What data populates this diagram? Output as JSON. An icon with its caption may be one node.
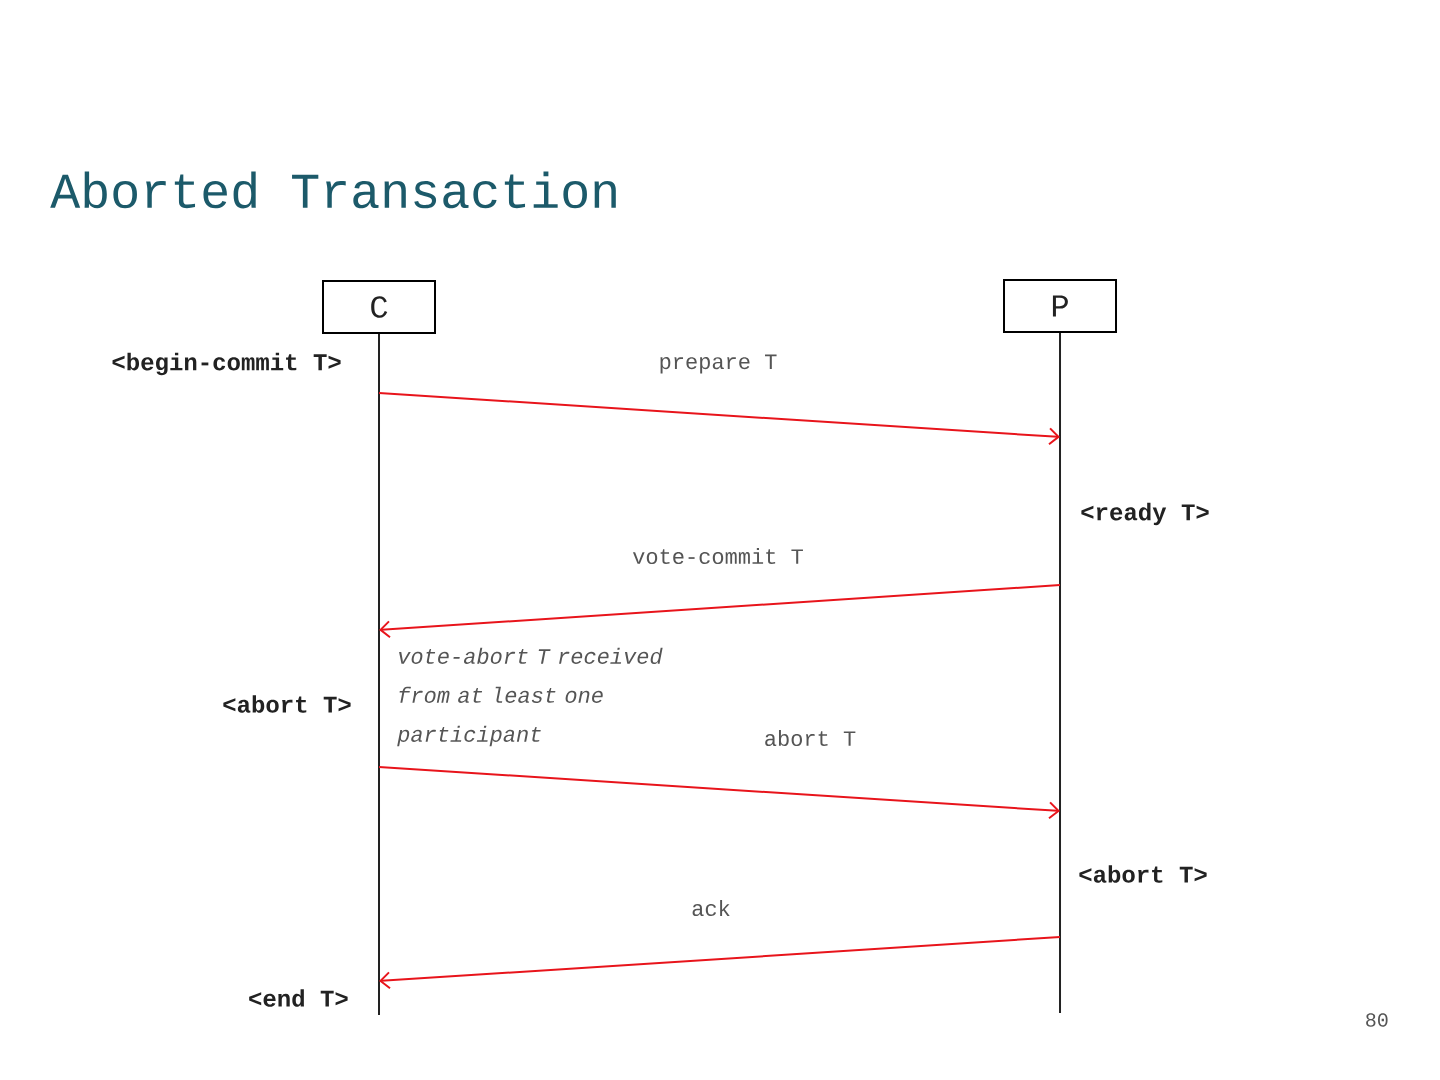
{
  "diagram": {
    "title": "Aborted Transaction",
    "nodes": [
      {
        "text": [
          "C"
        ]
      },
      {
        "text": [
          "P"
        ]
      }
    ],
    "edges": [
      {
        "from": 0,
        "to": 1,
        "arrow": "to",
        "label": "prepare T"
      },
      {
        "from": 1,
        "to": 0,
        "arrow": "to",
        "label": "vote-commit T"
      },
      {
        "from": 0,
        "to": 1,
        "arrow": "to",
        "label": "abort T"
      },
      {
        "from": 1,
        "to": 0,
        "arrow": "to",
        "label": "ack"
      }
    ],
    "labels": [
      "<begin-commit T>",
      "<ready T>",
      "vote-abort T received from at least one participant",
      "<abort T>",
      "<abort T>",
      "<end T>",
      "80"
    ]
  }
}
